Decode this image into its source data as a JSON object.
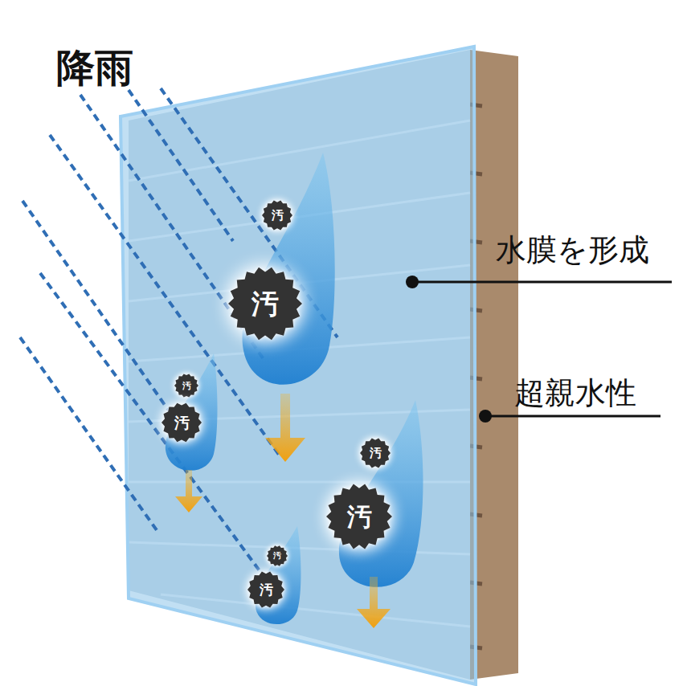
{
  "diagram": {
    "nodes": [
      {
        "text": [
          "汚"
        ]
      },
      {
        "text": [
          "汚"
        ]
      },
      {
        "text": [
          "汚"
        ]
      },
      {
        "text": [
          "汚"
        ]
      },
      {
        "text": [
          "汚"
        ]
      },
      {
        "text": [
          "汚"
        ]
      },
      {
        "text": [
          "汚"
        ]
      },
      {
        "text": [
          "汚"
        ]
      }
    ],
    "labels": [
      "降雨",
      "水膜を形成",
      "超親水性"
    ]
  }
}
